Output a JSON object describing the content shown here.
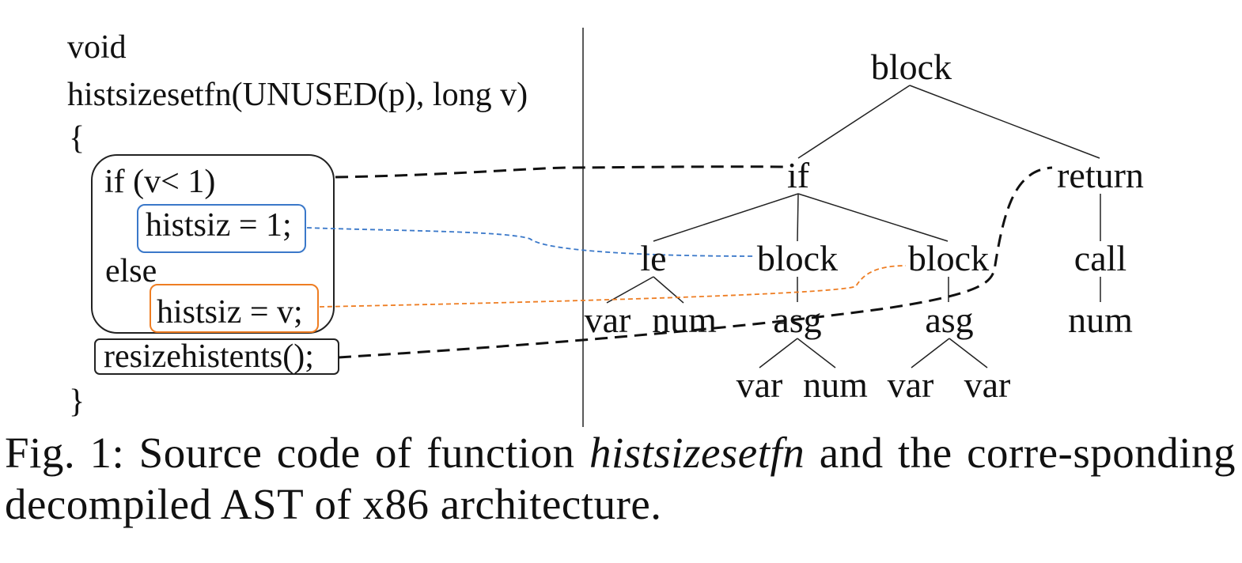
{
  "code": {
    "line1": "void",
    "line2": "histsizesetfn(UNUSED(p), long v)",
    "open_brace": "{",
    "if_line": "if (v< 1)",
    "assign1": "histsiz = 1;",
    "else_line": "else",
    "assign2": "histsiz = v;",
    "call_line": "resizehistents();",
    "close_brace": "}"
  },
  "ast": {
    "root": "block",
    "if": "if",
    "return": "return",
    "le": "le",
    "block_then": "block",
    "block_else": "block",
    "call": "call",
    "var_le": "var",
    "num_le": "num",
    "asg1": "asg",
    "asg2": "asg",
    "num_call": "num",
    "asg1_var": "var",
    "asg1_num": "num",
    "asg2_var1": "var",
    "asg2_var2": "var"
  },
  "colors": {
    "blue": "#3a78c9",
    "orange": "#ee7d22",
    "black": "#111111"
  },
  "caption": {
    "prefix": "Fig. 1: Source code of function",
    "func_name": "histsizesetfn",
    "suffix": "and the corre-sponding decompiled AST of x86 architecture."
  }
}
